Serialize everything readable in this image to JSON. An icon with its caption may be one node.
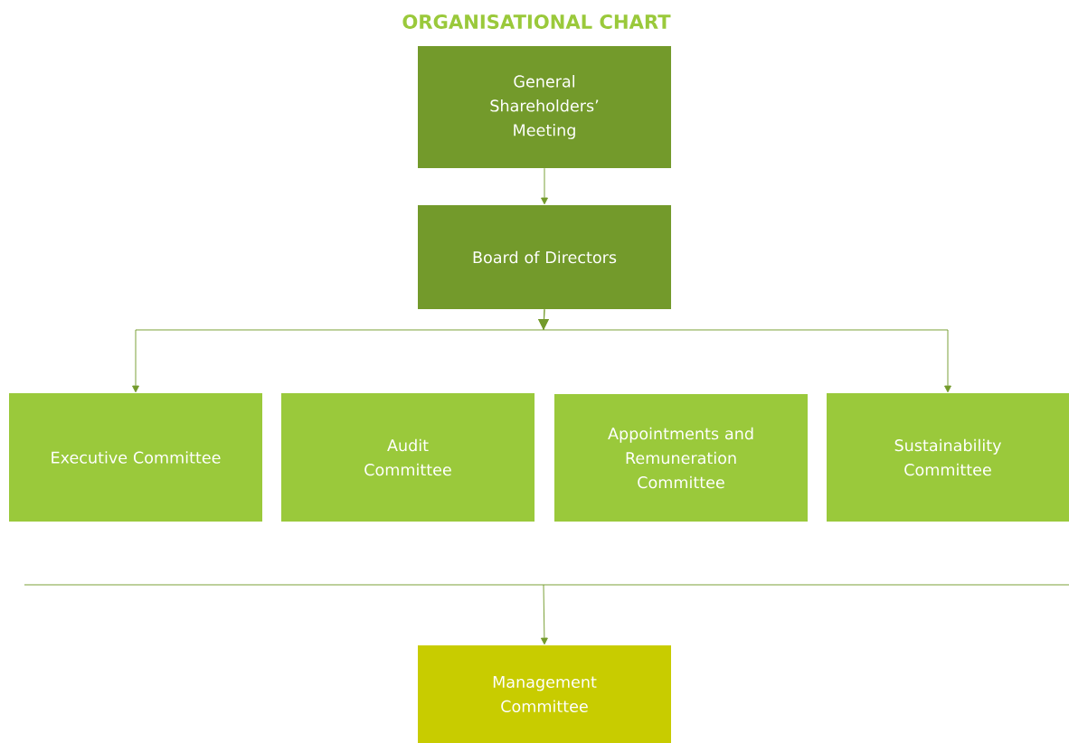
{
  "diagram": {
    "title": "ORGANISATIONAL CHART",
    "nodes": [
      {
        "text": [
          "General Shareholders’ Meeting"
        ]
      },
      {
        "text": [
          "Board of Directors"
        ]
      },
      {
        "text": [
          "Executive Committee"
        ]
      },
      {
        "text": [
          "Audit Committee"
        ]
      },
      {
        "text": [
          "Appointments and Remuneration Committee"
        ]
      },
      {
        "text": [
          "Sustainability Committee"
        ]
      },
      {
        "text": [
          "Management Committee"
        ]
      }
    ],
    "edges": [
      {
        "from": 0,
        "to": 1,
        "arrow": "to"
      },
      {
        "from": 1,
        "to": 2,
        "arrow": "to"
      },
      {
        "from": 1,
        "to": 5,
        "arrow": "to"
      },
      {
        "from": null,
        "to": 6,
        "arrow": "to"
      }
    ]
  }
}
